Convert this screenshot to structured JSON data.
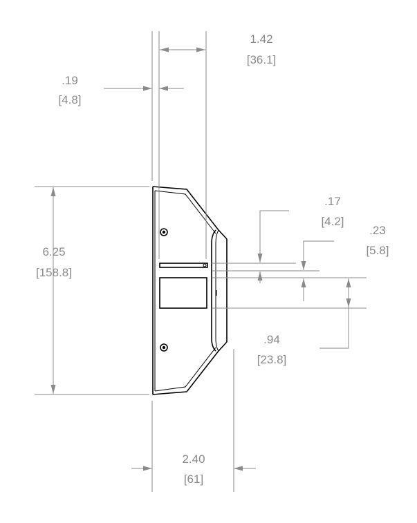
{
  "drawing": {
    "dimensions": [
      {
        "id": "depth-top",
        "inch": "1.42",
        "mm": "[36.1]"
      },
      {
        "id": "flange",
        "inch": ".19",
        "mm": "[4.8]"
      },
      {
        "id": "height",
        "inch": "6.25",
        "mm": "[158.8]"
      },
      {
        "id": "slot-gap",
        "inch": ".17",
        "mm": "[4.2]"
      },
      {
        "id": "slot-offset",
        "inch": ".23",
        "mm": "[5.8]"
      },
      {
        "id": "window-height",
        "inch": ".94",
        "mm": "[23.8]"
      },
      {
        "id": "total-depth",
        "inch": "2.40",
        "mm": "[61]"
      }
    ]
  }
}
